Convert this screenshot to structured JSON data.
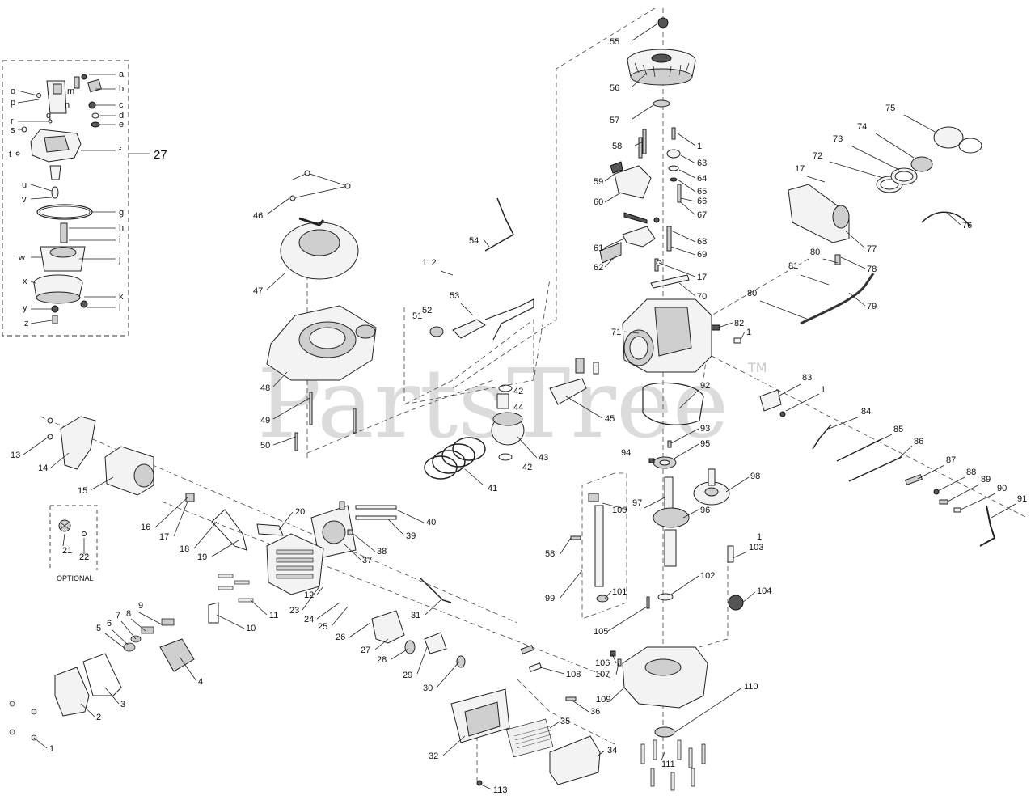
{
  "watermark": {
    "text": "PartsTree",
    "tm": "TM"
  },
  "optional_label": "OPTIONAL",
  "callouts": [
    {
      "id": "c27",
      "text": "27"
    },
    {
      "id": "ca",
      "text": "a"
    },
    {
      "id": "cb",
      "text": "b"
    },
    {
      "id": "cc",
      "text": "c"
    },
    {
      "id": "cd",
      "text": "d"
    },
    {
      "id": "ce",
      "text": "e"
    },
    {
      "id": "cf",
      "text": "f"
    },
    {
      "id": "cg",
      "text": "g"
    },
    {
      "id": "ch",
      "text": "h"
    },
    {
      "id": "ci",
      "text": "i"
    },
    {
      "id": "cj",
      "text": "j"
    },
    {
      "id": "ck",
      "text": "k"
    },
    {
      "id": "cl",
      "text": "l"
    },
    {
      "id": "cm",
      "text": "m"
    },
    {
      "id": "cn",
      "text": "n"
    },
    {
      "id": "co",
      "text": "o"
    },
    {
      "id": "cp",
      "text": "p"
    },
    {
      "id": "cq",
      "text": "q"
    },
    {
      "id": "cr",
      "text": "r"
    },
    {
      "id": "cs",
      "text": "s"
    },
    {
      "id": "ct",
      "text": "t"
    },
    {
      "id": "cu",
      "text": "u"
    },
    {
      "id": "cv",
      "text": "v"
    },
    {
      "id": "cw",
      "text": "w"
    },
    {
      "id": "cx",
      "text": "x"
    },
    {
      "id": "cy",
      "text": "y"
    },
    {
      "id": "cz",
      "text": "z"
    },
    {
      "id": "n55",
      "text": "55"
    },
    {
      "id": "n56",
      "text": "56"
    },
    {
      "id": "n57",
      "text": "57"
    },
    {
      "id": "n58a",
      "text": "58"
    },
    {
      "id": "n1a",
      "text": "1"
    },
    {
      "id": "n63",
      "text": "63"
    },
    {
      "id": "n64",
      "text": "64"
    },
    {
      "id": "n65",
      "text": "65"
    },
    {
      "id": "n66",
      "text": "66"
    },
    {
      "id": "n67",
      "text": "67"
    },
    {
      "id": "n59",
      "text": "59"
    },
    {
      "id": "n60",
      "text": "60"
    },
    {
      "id": "n61",
      "text": "61"
    },
    {
      "id": "n62",
      "text": "62"
    },
    {
      "id": "n68",
      "text": "68"
    },
    {
      "id": "n69",
      "text": "69"
    },
    {
      "id": "n17a",
      "text": "17"
    },
    {
      "id": "n70",
      "text": "70"
    },
    {
      "id": "n71",
      "text": "71"
    },
    {
      "id": "n82",
      "text": "82"
    },
    {
      "id": "n1b",
      "text": "1"
    },
    {
      "id": "n75",
      "text": "75"
    },
    {
      "id": "n74",
      "text": "74"
    },
    {
      "id": "n73",
      "text": "73"
    },
    {
      "id": "n72",
      "text": "72"
    },
    {
      "id": "n17b",
      "text": "17"
    },
    {
      "id": "n76",
      "text": "76"
    },
    {
      "id": "n77",
      "text": "77"
    },
    {
      "id": "n80a",
      "text": "80"
    },
    {
      "id": "n78",
      "text": "78"
    },
    {
      "id": "n81",
      "text": "81"
    },
    {
      "id": "n80b",
      "text": "80"
    },
    {
      "id": "n79",
      "text": "79"
    },
    {
      "id": "n46",
      "text": "46"
    },
    {
      "id": "n47",
      "text": "47"
    },
    {
      "id": "n48",
      "text": "48"
    },
    {
      "id": "n49",
      "text": "49"
    },
    {
      "id": "n50",
      "text": "50"
    },
    {
      "id": "n54",
      "text": "54"
    },
    {
      "id": "n112",
      "text": "112"
    },
    {
      "id": "n53",
      "text": "53"
    },
    {
      "id": "n51",
      "text": "51"
    },
    {
      "id": "n52",
      "text": "52"
    },
    {
      "id": "n42a",
      "text": "42"
    },
    {
      "id": "n44",
      "text": "44"
    },
    {
      "id": "n45",
      "text": "45"
    },
    {
      "id": "n43",
      "text": "43"
    },
    {
      "id": "n42b",
      "text": "42"
    },
    {
      "id": "n41",
      "text": "41"
    },
    {
      "id": "n92",
      "text": "92"
    },
    {
      "id": "n83",
      "text": "83"
    },
    {
      "id": "n1c",
      "text": "1"
    },
    {
      "id": "n84",
      "text": "84"
    },
    {
      "id": "n85",
      "text": "85"
    },
    {
      "id": "n86",
      "text": "86"
    },
    {
      "id": "n87",
      "text": "87"
    },
    {
      "id": "n88",
      "text": "88"
    },
    {
      "id": "n89",
      "text": "89"
    },
    {
      "id": "n90",
      "text": "90"
    },
    {
      "id": "n91",
      "text": "91"
    },
    {
      "id": "n93",
      "text": "93"
    },
    {
      "id": "n94",
      "text": "94"
    },
    {
      "id": "n95",
      "text": "95"
    },
    {
      "id": "n98",
      "text": "98"
    },
    {
      "id": "n97",
      "text": "97"
    },
    {
      "id": "n96",
      "text": "96"
    },
    {
      "id": "n100",
      "text": "100"
    },
    {
      "id": "n58b",
      "text": "58"
    },
    {
      "id": "n1d",
      "text": "1"
    },
    {
      "id": "n103",
      "text": "103"
    },
    {
      "id": "n99",
      "text": "99"
    },
    {
      "id": "n101",
      "text": "101"
    },
    {
      "id": "n102",
      "text": "102"
    },
    {
      "id": "n104",
      "text": "104"
    },
    {
      "id": "n105",
      "text": "105"
    },
    {
      "id": "n106",
      "text": "106"
    },
    {
      "id": "n107",
      "text": "107"
    },
    {
      "id": "n108",
      "text": "108"
    },
    {
      "id": "n109",
      "text": "109"
    },
    {
      "id": "n110",
      "text": "110"
    },
    {
      "id": "n111",
      "text": "111"
    },
    {
      "id": "n113",
      "text": "113"
    },
    {
      "id": "n34",
      "text": "34"
    },
    {
      "id": "n35",
      "text": "35"
    },
    {
      "id": "n32",
      "text": "32"
    },
    {
      "id": "n36",
      "text": "36"
    },
    {
      "id": "n30",
      "text": "30"
    },
    {
      "id": "n29",
      "text": "29"
    },
    {
      "id": "n28",
      "text": "28"
    },
    {
      "id": "n27",
      "text": "27"
    },
    {
      "id": "n26",
      "text": "26"
    },
    {
      "id": "n31",
      "text": "31"
    },
    {
      "id": "n25",
      "text": "25"
    },
    {
      "id": "n24",
      "text": "24"
    },
    {
      "id": "n23",
      "text": "23"
    },
    {
      "id": "n12",
      "text": "12"
    },
    {
      "id": "n11",
      "text": "11"
    },
    {
      "id": "n10",
      "text": "10"
    },
    {
      "id": "n40",
      "text": "40"
    },
    {
      "id": "n39",
      "text": "39"
    },
    {
      "id": "n38",
      "text": "38"
    },
    {
      "id": "n37",
      "text": "37"
    },
    {
      "id": "n20",
      "text": "20"
    },
    {
      "id": "n19",
      "text": "19"
    },
    {
      "id": "n18",
      "text": "18"
    },
    {
      "id": "n17c",
      "text": "17"
    },
    {
      "id": "n16",
      "text": "16"
    },
    {
      "id": "n15",
      "text": "15"
    },
    {
      "id": "n14",
      "text": "14"
    },
    {
      "id": "n13",
      "text": "13"
    },
    {
      "id": "n21",
      "text": "21"
    },
    {
      "id": "n22",
      "text": "22"
    },
    {
      "id": "n9",
      "text": "9"
    },
    {
      "id": "n8",
      "text": "8"
    },
    {
      "id": "n7",
      "text": "7"
    },
    {
      "id": "n6",
      "text": "6"
    },
    {
      "id": "n5",
      "text": "5"
    },
    {
      "id": "n4",
      "text": "4"
    },
    {
      "id": "n3",
      "text": "3"
    },
    {
      "id": "n2",
      "text": "2"
    },
    {
      "id": "n1e",
      "text": "1"
    }
  ]
}
